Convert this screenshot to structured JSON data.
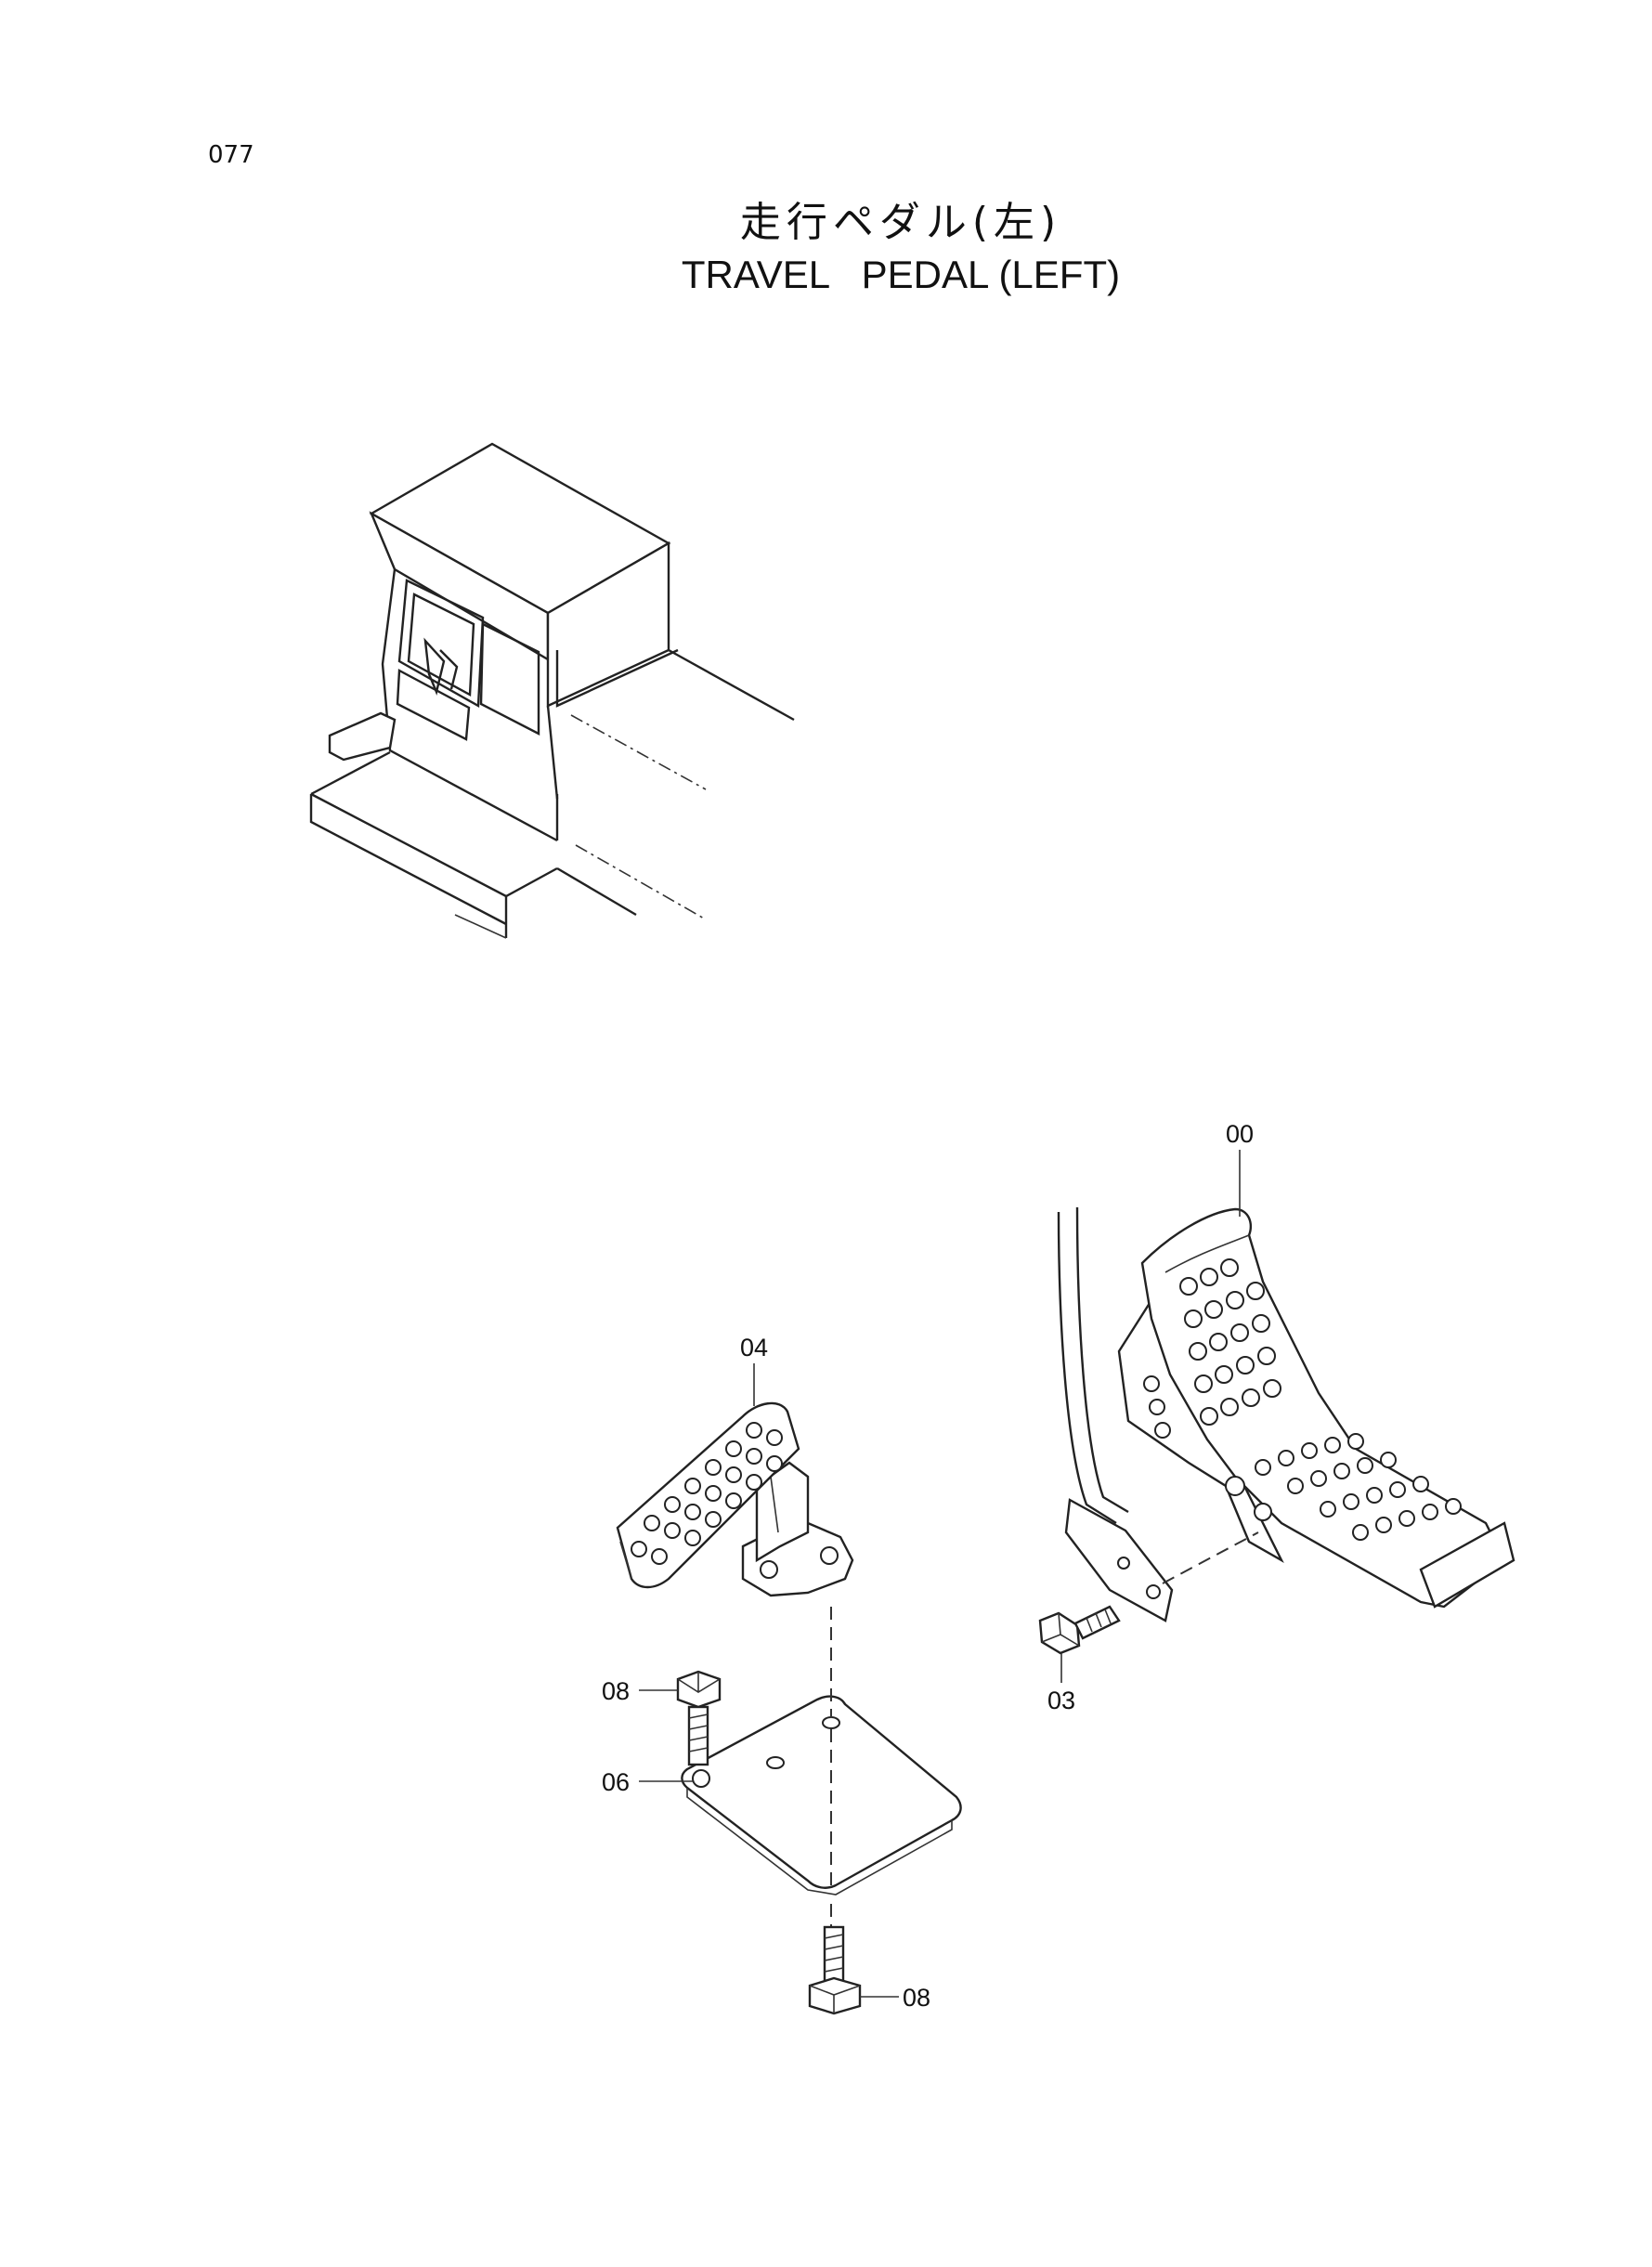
{
  "page_number": "077",
  "title_jp": "走行ペダル(左)",
  "title_en": "TRAVEL   PEDAL (LEFT)",
  "callouts": {
    "c00": "00",
    "c04": "04",
    "c08a": "08",
    "c06": "06",
    "c03": "03",
    "c08b": "08"
  }
}
